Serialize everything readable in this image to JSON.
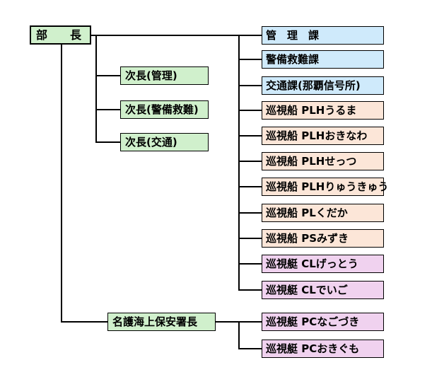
{
  "colors": {
    "green": "#d0f0cc",
    "blue": "#cfeafb",
    "peach": "#fce6d8",
    "lavender": "#f0d2ef",
    "line": "#000000"
  },
  "nodes": {
    "director": {
      "label": "部　　長"
    },
    "deputies": [
      {
        "label": "次長(管理)"
      },
      {
        "label": "次長(警備救難)"
      },
      {
        "label": "次長(交通)"
      }
    ],
    "nago_office": {
      "label": "名護海上保安署長"
    },
    "units": [
      {
        "label": "管　理　課",
        "type": "blue"
      },
      {
        "label": "警備救難課",
        "type": "blue"
      },
      {
        "label": "交通課(那覇信号所)",
        "type": "blue"
      },
      {
        "label": "巡視船 PLHうるま",
        "type": "peach"
      },
      {
        "label": "巡視船 PLHおきなわ",
        "type": "peach"
      },
      {
        "label": "巡視船 PLHせっつ",
        "type": "peach"
      },
      {
        "label": "巡視船 PLHりゅうきゅう",
        "type": "peach"
      },
      {
        "label": "巡視船 PLくだか",
        "type": "peach"
      },
      {
        "label": "巡視船 PSみずき",
        "type": "peach"
      },
      {
        "label": "巡視艇 CLげっとう",
        "type": "lavender"
      },
      {
        "label": "巡視艇 CLでいご",
        "type": "lavender"
      }
    ],
    "nago_units": [
      {
        "label": "巡視艇 PCなごづき",
        "type": "lavender"
      },
      {
        "label": "巡視艇 PCおきぐも",
        "type": "lavender"
      }
    ]
  }
}
